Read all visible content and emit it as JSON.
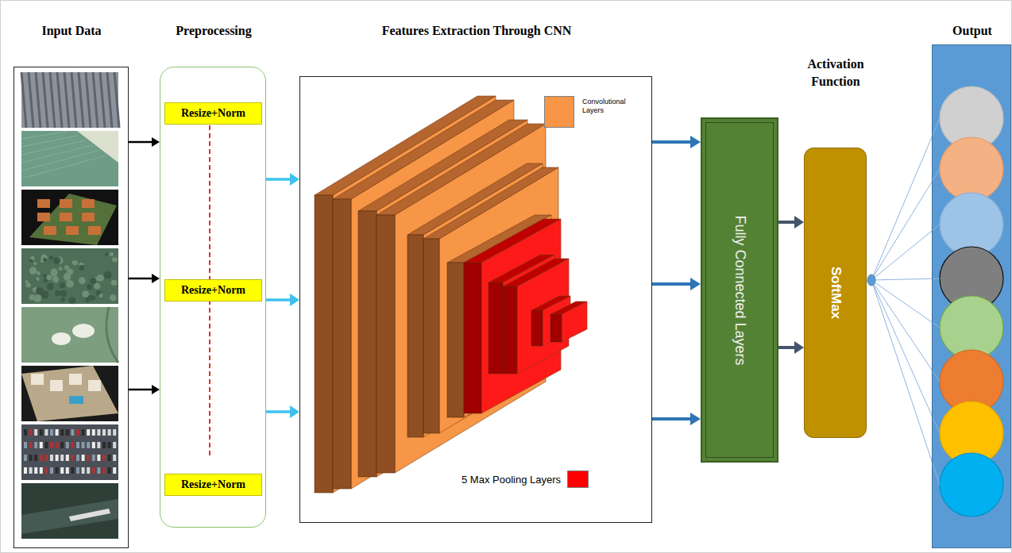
{
  "diagram": {
    "nodes": [
      {
        "text": [
          "Input Data"
        ]
      },
      {
        "text": [
          "Preprocessing"
        ]
      },
      {
        "text": [
          "Resize+Norm"
        ],
        "in": 1
      },
      {
        "text": [
          "Resize+Norm"
        ],
        "in": 1
      },
      {
        "text": [
          "Resize+Norm"
        ],
        "in": 1
      },
      {
        "text": [
          "Features Extraction Through CNN"
        ]
      },
      {
        "text": [
          "Fully Connected Layers"
        ]
      },
      {
        "text": [
          "Activation Function",
          "SoftMax"
        ]
      },
      {
        "text": [
          "Output"
        ]
      }
    ],
    "edges": [
      {
        "from": 0,
        "to": 1,
        "arrow": "to"
      },
      {
        "from": 0,
        "to": 1,
        "arrow": "to"
      },
      {
        "from": 0,
        "to": 1,
        "arrow": "to"
      },
      {
        "from": 1,
        "to": 5,
        "arrow": "to"
      },
      {
        "from": 1,
        "to": 5,
        "arrow": "to"
      },
      {
        "from": 1,
        "to": 5,
        "arrow": "to"
      },
      {
        "from": 5,
        "to": 6,
        "arrow": "to"
      },
      {
        "from": 5,
        "to": 6,
        "arrow": "to"
      },
      {
        "from": 5,
        "to": 6,
        "arrow": "to"
      },
      {
        "from": 6,
        "to": 7,
        "arrow": "to"
      },
      {
        "from": 6,
        "to": 7,
        "arrow": "to"
      },
      {
        "from": 7,
        "to": 8,
        "arrow": "none"
      }
    ],
    "legend": [
      {
        "text": "Convolutional Layers",
        "color": "#F79646"
      },
      {
        "text": "5 Max Pooling Layers",
        "color": "#FF0000"
      }
    ]
  }
}
